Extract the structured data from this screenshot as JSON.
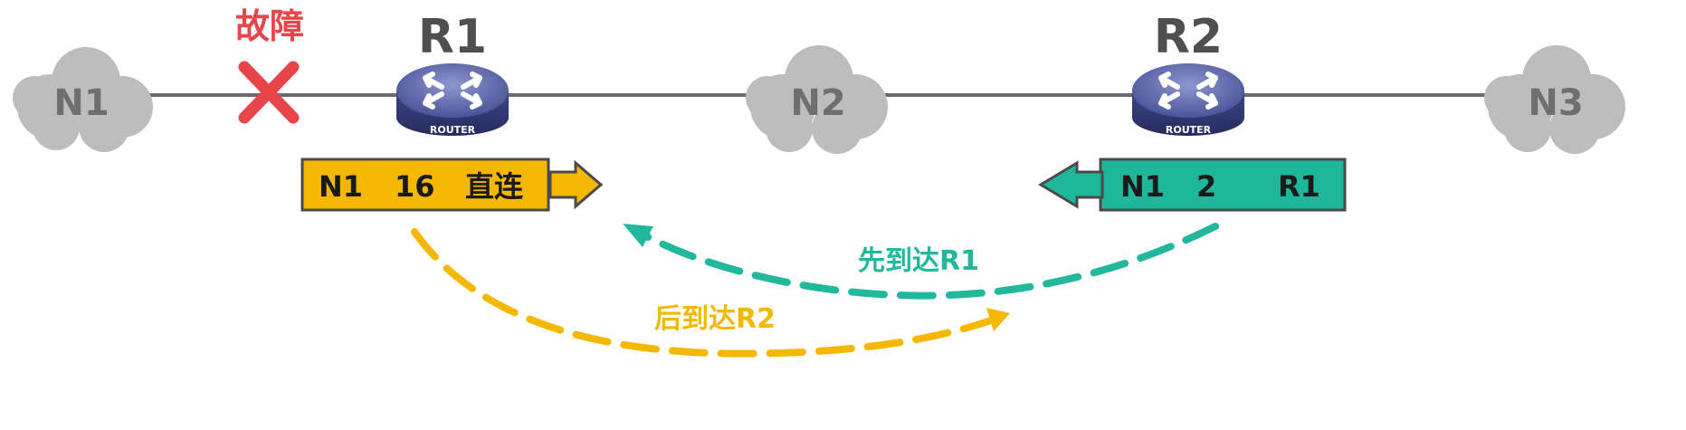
{
  "clouds": [
    {
      "id": "n1",
      "label": "N1"
    },
    {
      "id": "n2",
      "label": "N2"
    },
    {
      "id": "n3",
      "label": "N3"
    }
  ],
  "routers": [
    {
      "id": "r1",
      "title": "R1",
      "caption": "ROUTER"
    },
    {
      "id": "r2",
      "title": "R2",
      "caption": "ROUTER"
    }
  ],
  "fault": {
    "label": "故障",
    "color": "#e8454b"
  },
  "updates": {
    "r1": {
      "network": "N1",
      "metric": "16",
      "next_hop": "直连",
      "color": "#f5b800"
    },
    "r2": {
      "network": "N1",
      "metric": "2",
      "next_hop": "R1",
      "color": "#1fb79c"
    }
  },
  "arrivals": {
    "first": {
      "label": "先到达R1",
      "color": "#22b89c"
    },
    "later": {
      "label": "后到达R2",
      "color": "#f5b800"
    }
  },
  "colors": {
    "link": "#6b6b6b",
    "cloud": "#bdbdbd",
    "router": "#4d57a0"
  }
}
